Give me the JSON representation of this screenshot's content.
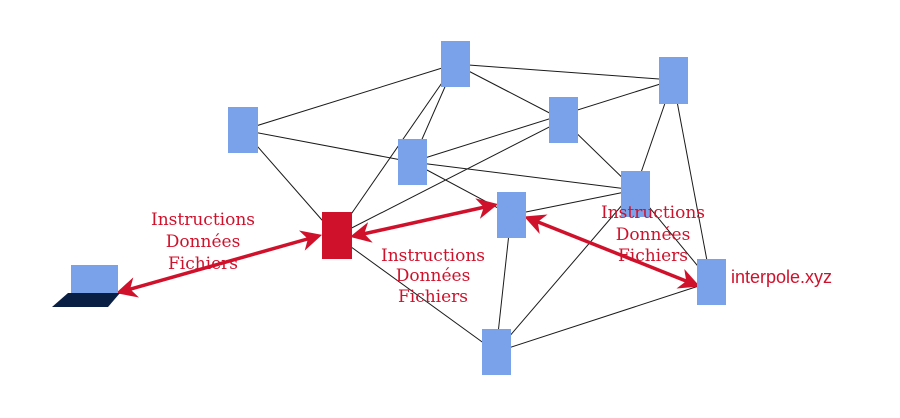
{
  "colors": {
    "node": "#7aa2ea",
    "hub": "#d0112b",
    "arrow": "#d0112b",
    "edge": "#1a1a1a",
    "laptop_base": "#0a1f44"
  },
  "labels": {
    "left": [
      "Instructions",
      "Données",
      "Fichiers"
    ],
    "center": [
      "Instructions",
      "Données",
      "Fichiers"
    ],
    "right": [
      "Instructions",
      "Données",
      "Fichiers"
    ]
  },
  "watermark": "interpole.xyz"
}
